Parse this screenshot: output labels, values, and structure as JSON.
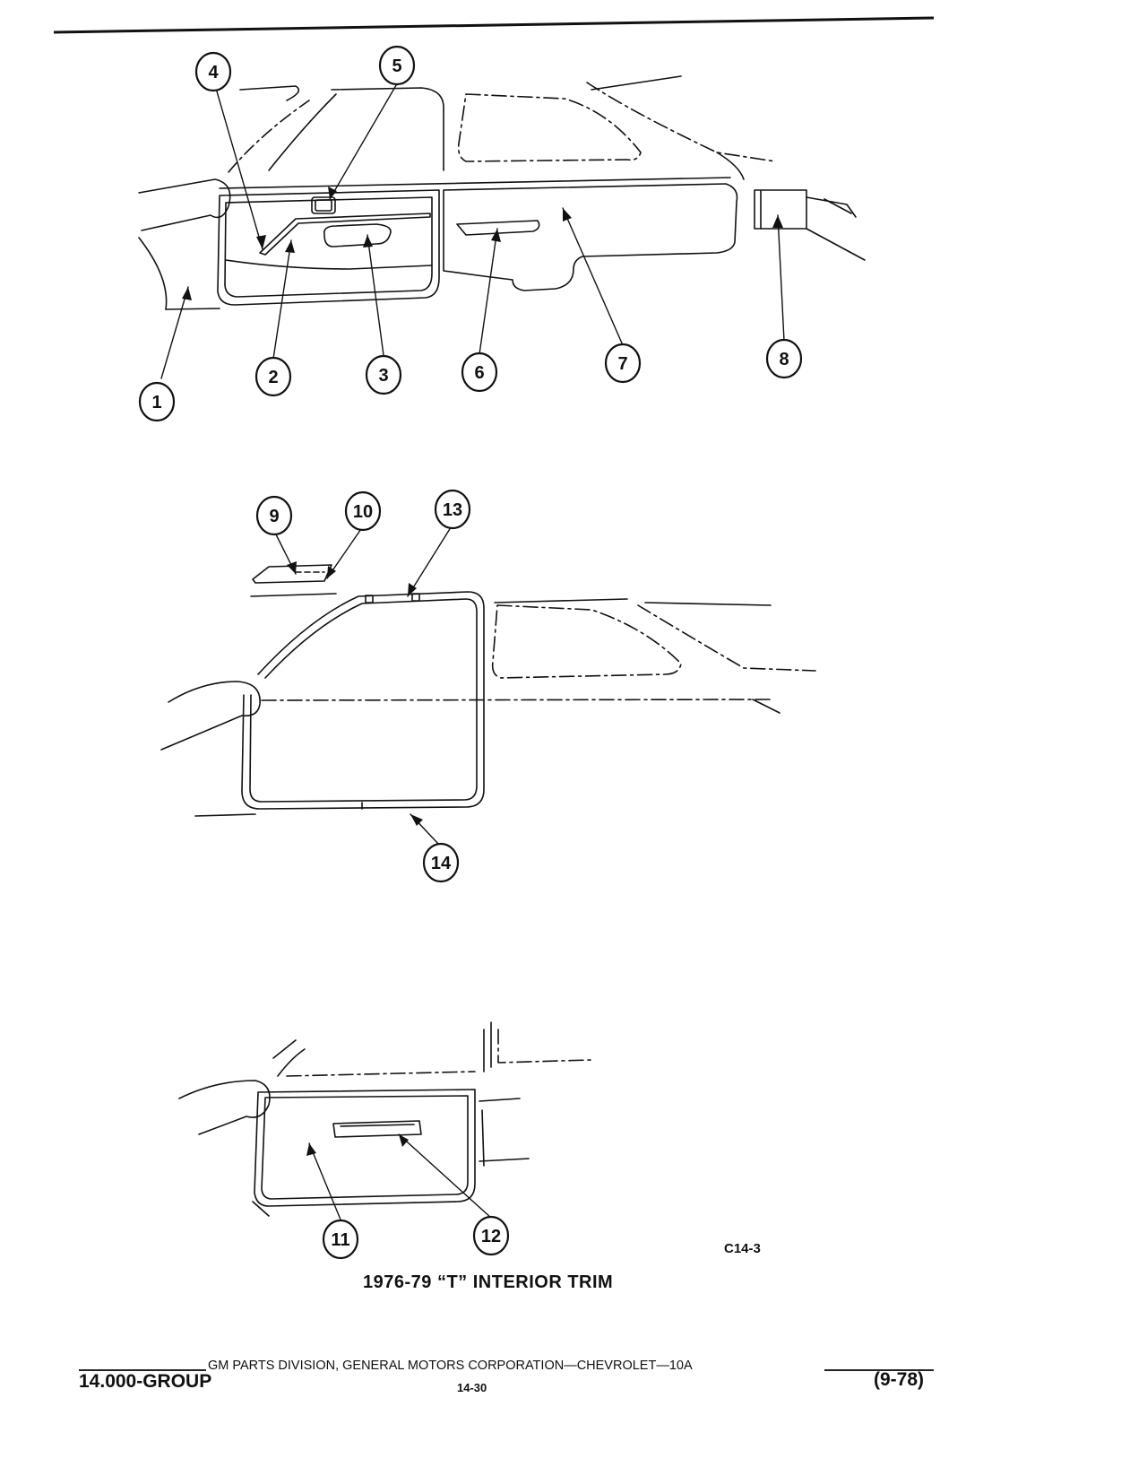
{
  "callouts": [
    "1",
    "2",
    "3",
    "4",
    "5",
    "6",
    "7",
    "8",
    "9",
    "10",
    "11",
    "12",
    "13",
    "14"
  ],
  "figure": {
    "code": "C14-3",
    "title": "1976-79 “T” INTERIOR TRIM"
  },
  "footer": {
    "publisher_line": "GM PARTS DIVISION, GENERAL MOTORS CORPORATION—CHEVROLET—10A",
    "group": "14.000-GROUP",
    "page": "14-30",
    "date": "(9-78)"
  }
}
